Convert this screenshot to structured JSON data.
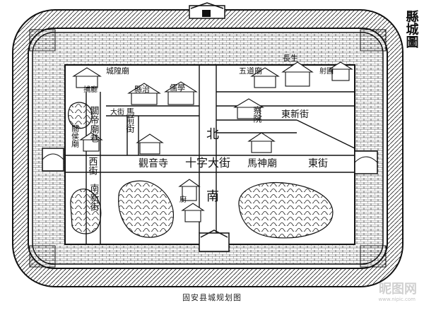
{
  "map": {
    "title": "縣城圖",
    "caption": "固安县城规划图",
    "watermark": "昵图网",
    "watermark_url": "www.nipic.com",
    "labels": {
      "north": "北",
      "south": "南",
      "cross_street": "十字大街",
      "guanyin_temple": "觀音寺",
      "mashen_temple": "馬神廟",
      "east_street": "東街",
      "west_street": "西街",
      "new_east_street": "東新街",
      "new_south_street": "南新街",
      "guandi_temple_lane": "關帝廟巷",
      "guandi_temple": "關侯廟",
      "city_god_temple": "城隍廟",
      "wudao_temple": "五道廟",
      "changsheng": "長生",
      "she_garden": "射圃",
      "school": "儒學",
      "yamen": "縣治",
      "capture_hall": "捕廳",
      "chacha_court": "察院",
      "maqian_street": "馬前街",
      "daxiang_street": "大街",
      "kitchen": "廚"
    }
  }
}
